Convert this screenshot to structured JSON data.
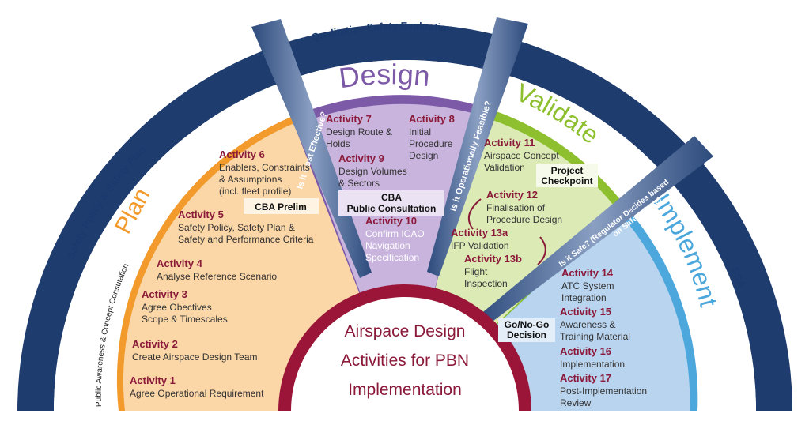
{
  "ring": {
    "top": "Qualitative Safety Evaluation",
    "left": "Safety Policy & Safety Plan",
    "left_inner": "Public Awareness & Concept Consutation",
    "right": "SSA"
  },
  "phases": {
    "plan": "Plan",
    "design": "Design",
    "validate": "Validate",
    "implement": "Implement"
  },
  "gates": {
    "cost": "Is it Cost Effective?",
    "operational": "Is it Operationally Feasible?",
    "safe_1": "Is it Safe? (Regulator Decides based",
    "safe_2": "on Safety Case)"
  },
  "boxes": {
    "cba_prelim": "CBA Prelim",
    "cba_1": "CBA",
    "cba_2": "Public Consultation",
    "checkpoint_1": "Project",
    "checkpoint_2": "Checkpoint",
    "gonogo_1": "Go/No-Go",
    "gonogo_2": "Decision"
  },
  "center": {
    "line1": "Airspace Design",
    "line2": "Activities for PBN",
    "line3": "Implementation"
  },
  "activities": {
    "a1": {
      "title": "Activity 1",
      "lines": [
        "Agree Operational Requirement"
      ]
    },
    "a2": {
      "title": "Activity 2",
      "lines": [
        "Create Airspace Design Team"
      ]
    },
    "a3": {
      "title": "Activity 3",
      "lines": [
        "Agree Obectives",
        "Scope & Timescales"
      ]
    },
    "a4": {
      "title": "Activity 4",
      "lines": [
        "Analyse Reference Scenario"
      ]
    },
    "a5": {
      "title": "Activity 5",
      "lines": [
        "Safety Policy, Safety Plan &",
        "Safety and Performance Criteria"
      ]
    },
    "a6": {
      "title": "Activity 6",
      "lines": [
        "Enablers, Constraints",
        "& Assumptions",
        "(incl. fleet profile)"
      ]
    },
    "a7": {
      "title": "Activity 7",
      "lines": [
        "Design Route &",
        "Holds"
      ]
    },
    "a8": {
      "title": "Activity 8",
      "lines": [
        "Initial",
        "Procedure",
        "Design"
      ]
    },
    "a9": {
      "title": "Activity 9",
      "lines": [
        "Design Volumes",
        "& Sectors"
      ]
    },
    "a10": {
      "title": "Activity 10",
      "lines": [
        "Confirm ICAO",
        "Navigation",
        "Specification"
      ]
    },
    "a11": {
      "title": "Activity 11",
      "lines": [
        "Airspace Concept",
        "Validation"
      ]
    },
    "a12": {
      "title": "Activity 12",
      "lines": [
        "Finalisation of",
        "Procedure Design"
      ]
    },
    "a13a": {
      "title": "Activity 13a",
      "lines": [
        "IFP Validation"
      ]
    },
    "a13b": {
      "title": "Activity 13b",
      "lines": [
        "Flight",
        "Inspection"
      ]
    },
    "a14": {
      "title": "Activity 14",
      "lines": [
        "ATC System",
        "Integration"
      ]
    },
    "a15": {
      "title": "Activity 15",
      "lines": [
        "Awareness &",
        "Training Material"
      ]
    },
    "a16": {
      "title": "Activity 16",
      "lines": [
        "Implementation"
      ]
    },
    "a17": {
      "title": "Activity 17",
      "lines": [
        "Post-Implementation",
        "Review"
      ]
    }
  },
  "colors": {
    "ring": "#1f3c6e",
    "plan_border": "#f29b2c",
    "plan_fill": "#fbd7a8",
    "design_border": "#7d5aa8",
    "design_fill": "#c8b4dd",
    "validate_border": "#8dbf2e",
    "validate_fill": "#dcebb5",
    "implement_border": "#4ca7dc",
    "implement_fill": "#b9d4ee",
    "center_ring": "#9b1538",
    "activity_title": "#8b1a3a"
  }
}
